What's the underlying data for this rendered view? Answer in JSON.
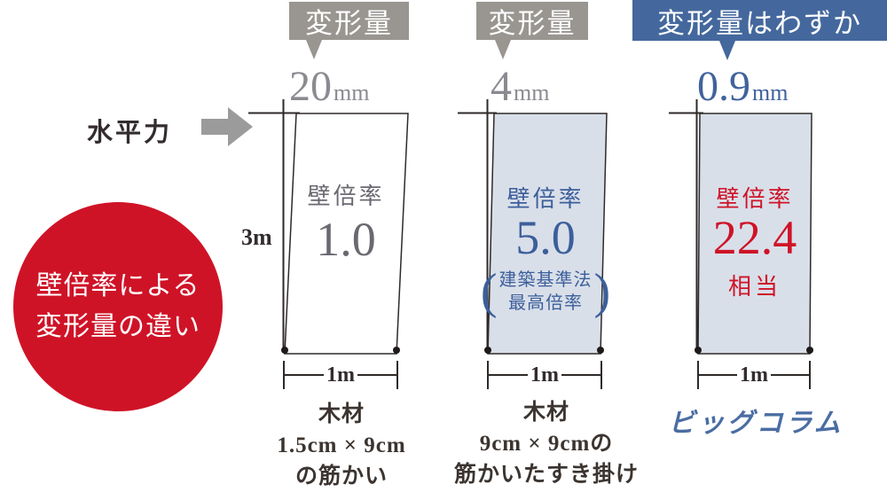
{
  "title_badge": {
    "line1": "壁倍率による",
    "line2": "変形量の違い"
  },
  "force_label": "水平力",
  "height_label": "3m",
  "colors": {
    "accent_red": "#cf1327",
    "accent_blue": "#44689d",
    "panel_fill": "#d9dfe9",
    "callout_gray": "#999691",
    "deform_gray": "#8b8a91",
    "line_dark": "#2e2a28",
    "arrow_gray": "#9b9b9b"
  },
  "panels": [
    {
      "deform_label": "変形量",
      "deform_value": "20",
      "deform_unit": "mm",
      "rate_label": "壁倍率",
      "rate_value": "1.0",
      "width_label": "1m",
      "caption_lines": [
        "木材",
        "1.5cm × 9cm",
        "の筋かい"
      ]
    },
    {
      "deform_label": "変形量",
      "deform_value": "4",
      "deform_unit": "mm",
      "rate_label": "壁倍率",
      "rate_value": "5.0",
      "note_open": "(",
      "note_close": ")",
      "note_lines": [
        "建築基準法",
        "最高倍率"
      ],
      "width_label": "1m",
      "caption_lines": [
        "木材",
        "9cm × 9cmの",
        "筋かいたすき掛け"
      ]
    },
    {
      "deform_label": "変形量はわずか",
      "deform_value": "0.9",
      "deform_unit": "mm",
      "rate_label": "壁倍率",
      "rate_value": "22.4",
      "rate_suffix": "相当",
      "width_label": "1m",
      "caption": "ビッグコラム"
    }
  ]
}
